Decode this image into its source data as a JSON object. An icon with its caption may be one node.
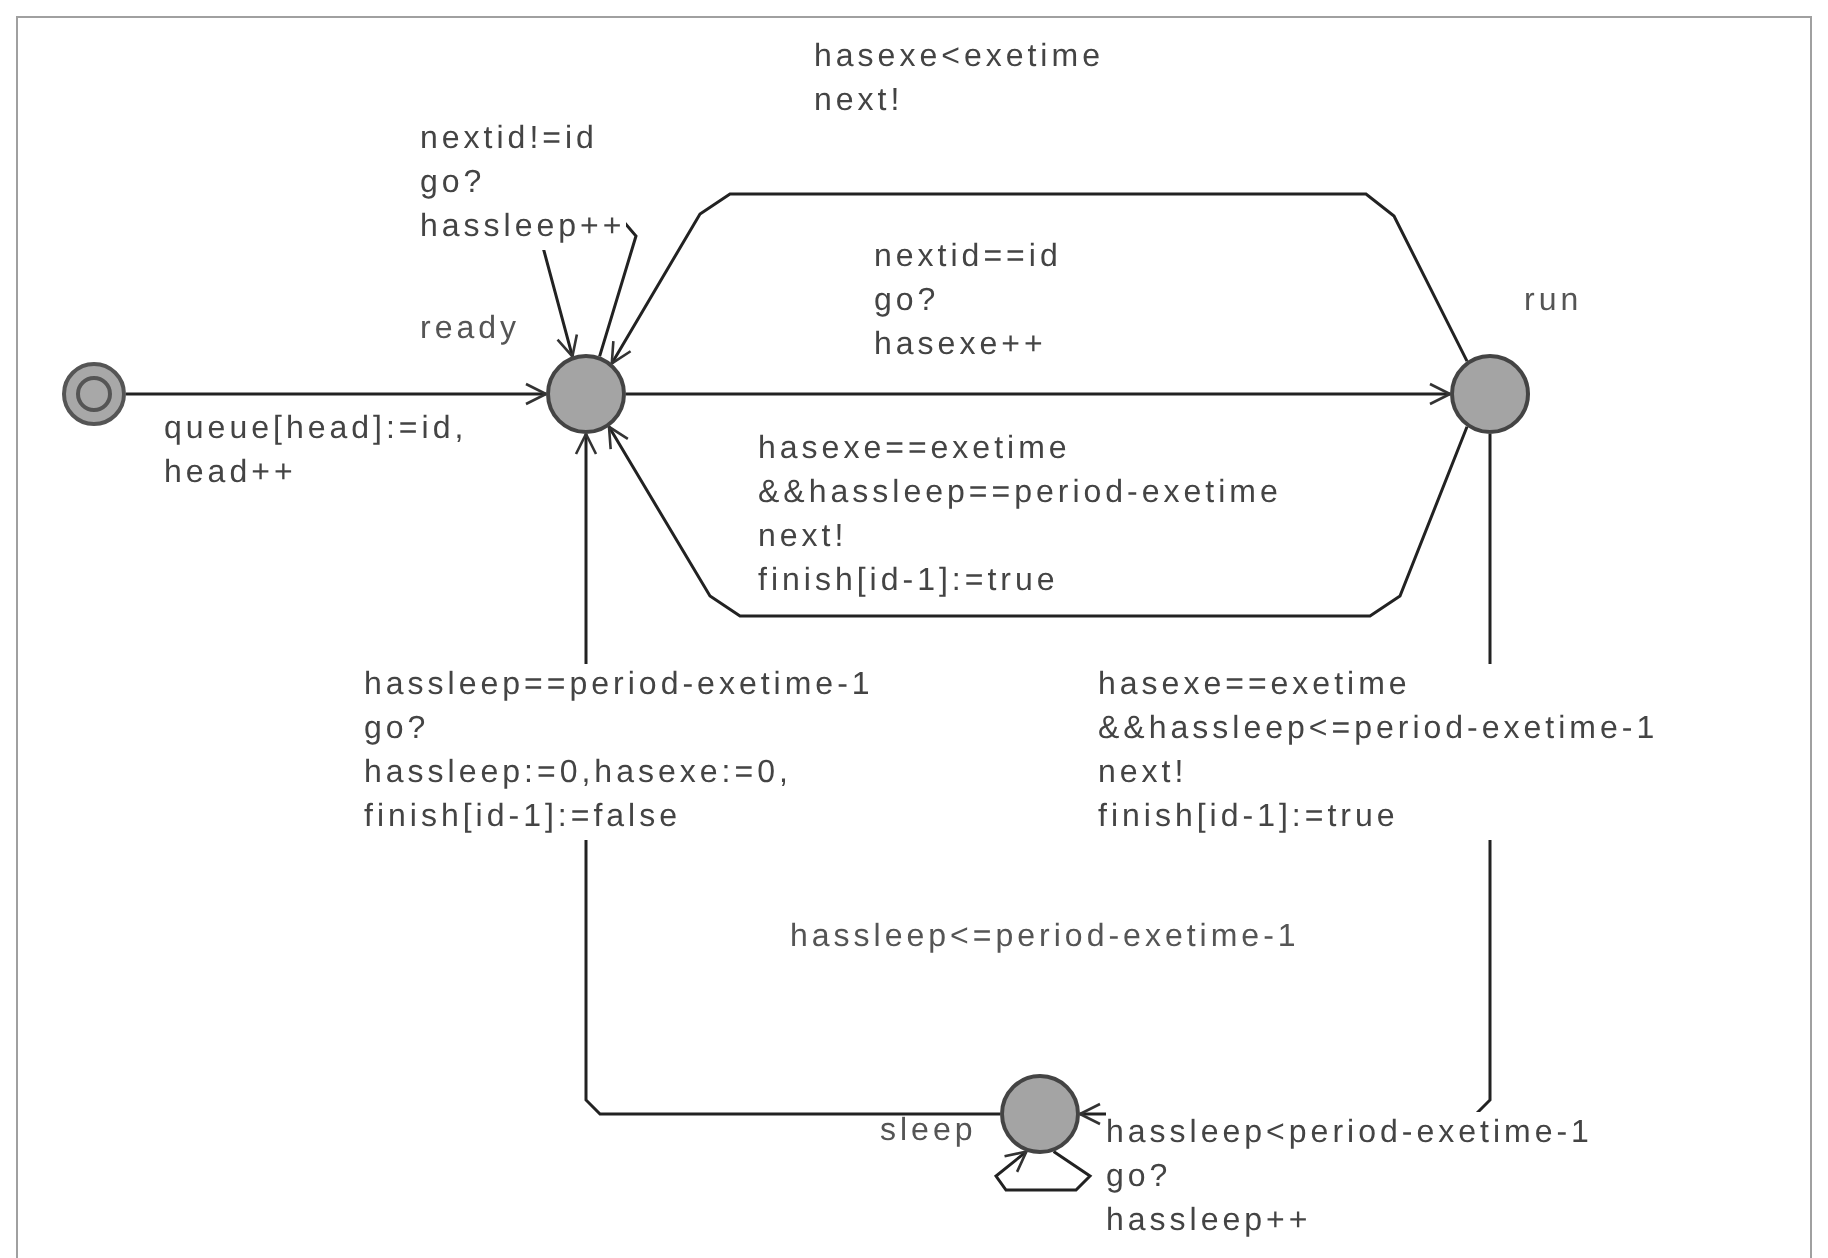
{
  "diagram": {
    "nodes": [
      {
        "text": [],
        "shape": "circle"
      },
      {
        "text": [
          "ready"
        ]
      },
      {
        "text": [
          "run"
        ]
      },
      {
        "text": [
          "sleep"
        ],
        "beside": [
          "hassleep<=period-exetime-1"
        ]
      }
    ],
    "edges": [
      {
        "from": 0,
        "to": 1,
        "arrow": "to",
        "label": "queue[head]:=id, head++"
      },
      {
        "from": 1,
        "to": 1,
        "arrow": "to",
        "label": "nextid!=id go? hassleep++"
      },
      {
        "from": 1,
        "to": 2,
        "arrow": "to",
        "label": "nextid==id go? hasexe++"
      },
      {
        "from": 2,
        "to": 1,
        "arrow": "to",
        "label": "hasexe<exetime next!"
      },
      {
        "from": 2,
        "to": 1,
        "arrow": "to",
        "label": "hasexe==exetime &&hassleep==period-exetime next! finish[id-1]:=true"
      },
      {
        "from": 2,
        "to": 3,
        "arrow": "to",
        "label": "hasexe==exetime &&hassleep<=period-exetime-1 next! finish[id-1]:=true"
      },
      {
        "from": 3,
        "to": 1,
        "arrow": "to",
        "label": "hassleep==period-exetime-1 go? hassleep:=0,hasexe:=0, finish[id-1]:=false"
      },
      {
        "from": 3,
        "to": 3,
        "arrow": "to",
        "label": "hassleep<period-exetime-1 go? hassleep++"
      }
    ]
  }
}
